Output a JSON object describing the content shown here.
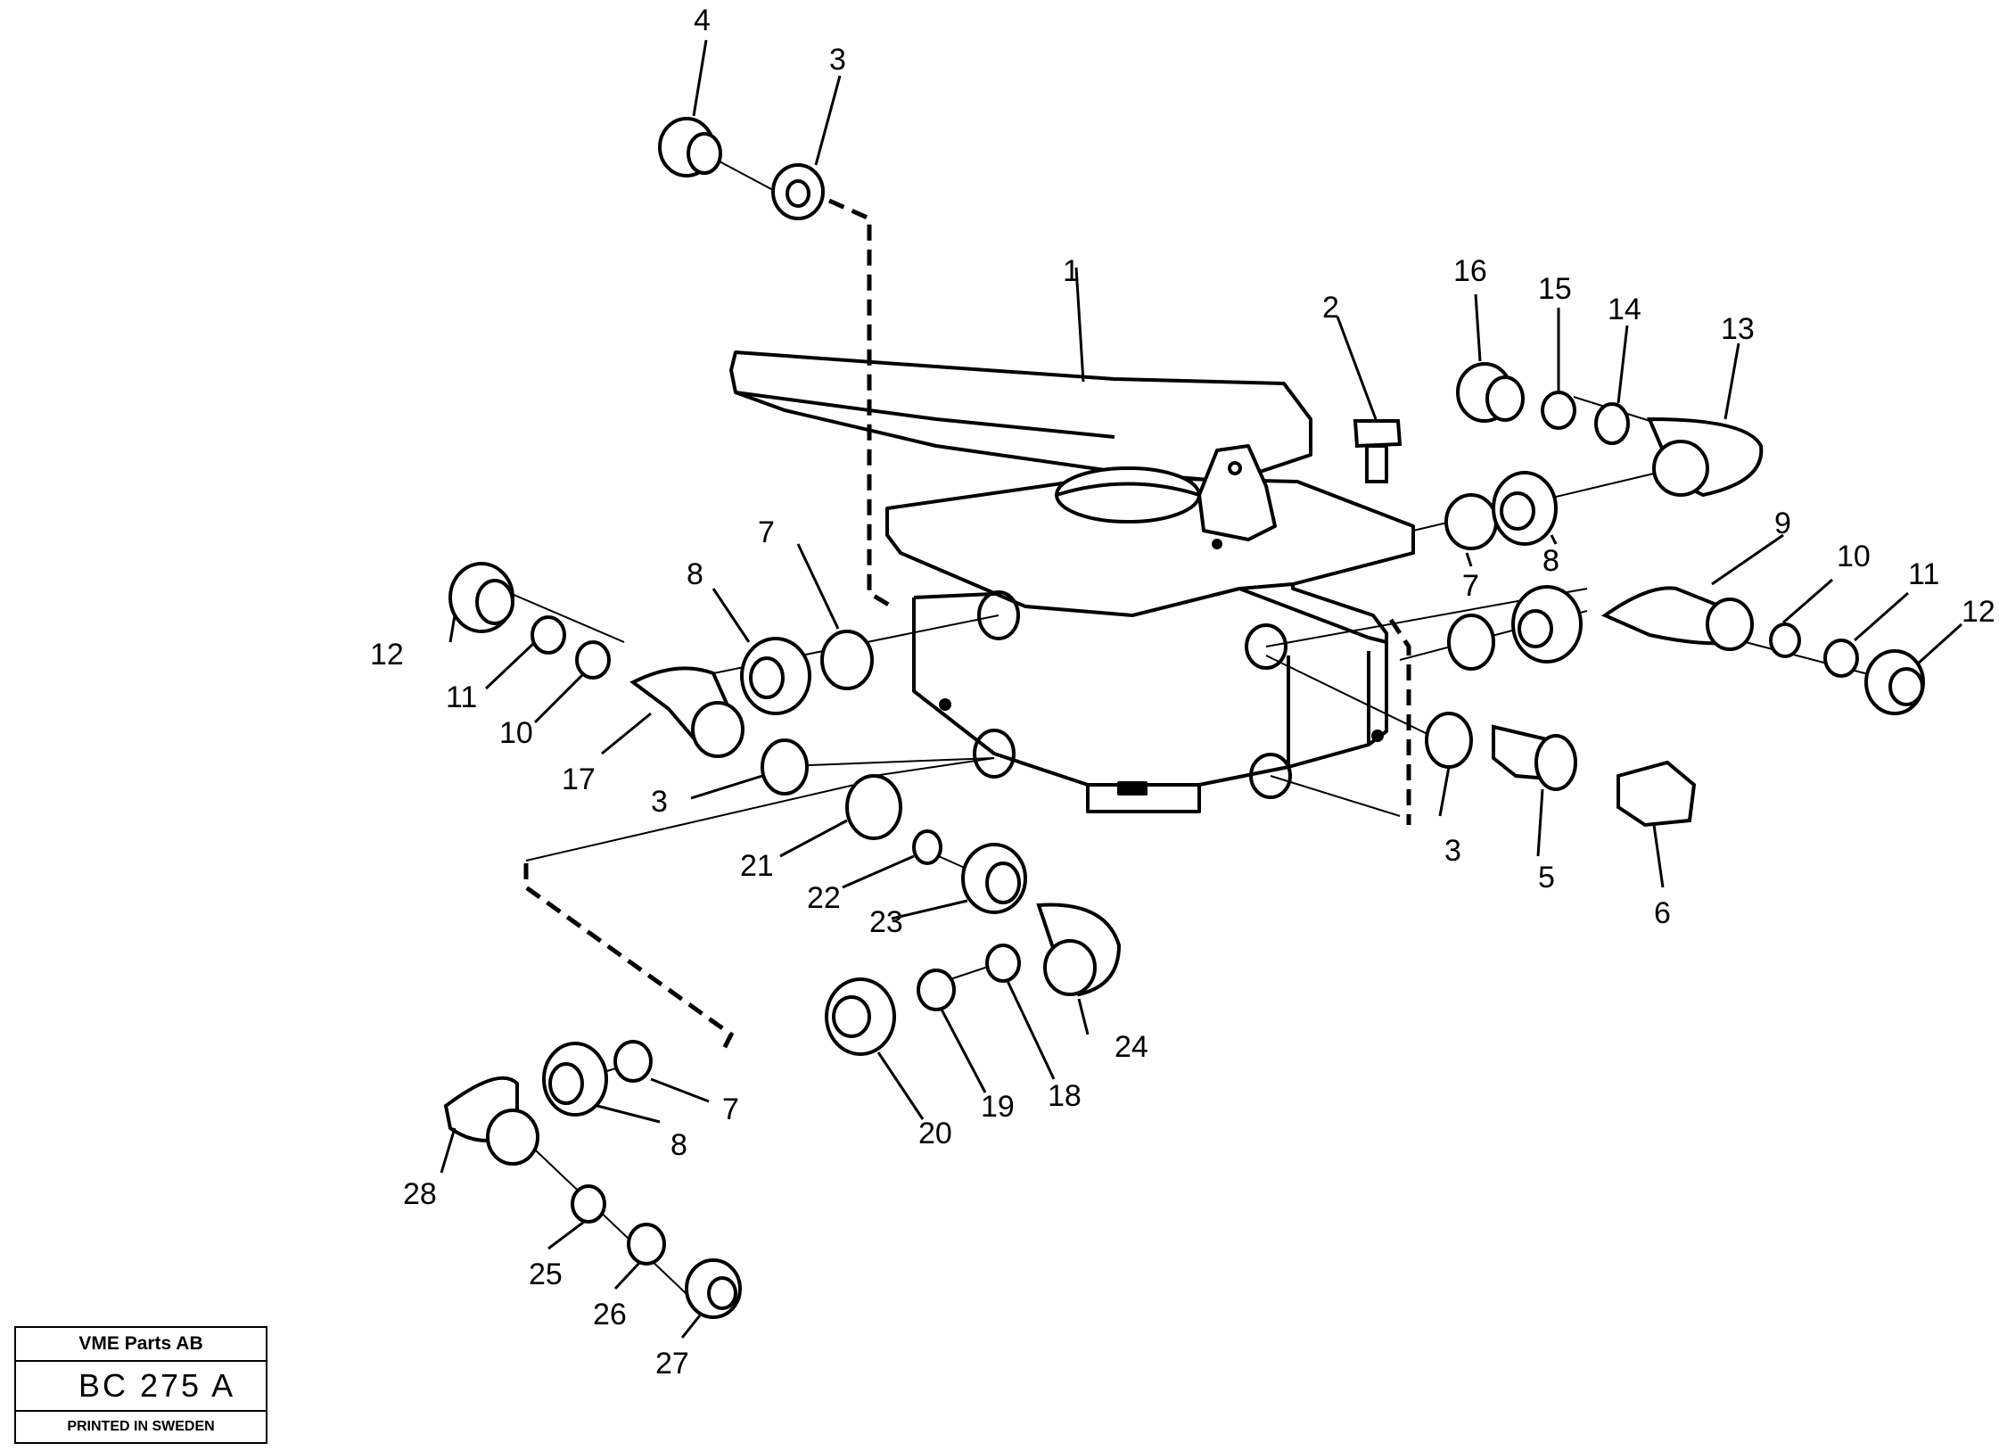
{
  "title_block": {
    "company": "VME Parts AB",
    "code": "BC 275 A",
    "printed": "PRINTED IN SWEDEN"
  },
  "callouts": [
    "4",
    "3",
    "1",
    "2",
    "16",
    "15",
    "14",
    "13",
    "7",
    "8",
    "12",
    "11",
    "10",
    "17",
    "3",
    "8",
    "7",
    "9",
    "10",
    "11",
    "12",
    "7",
    "8",
    "3",
    "5",
    "6",
    "21",
    "22",
    "23",
    "24",
    "20",
    "19",
    "18",
    "7",
    "8",
    "28",
    "25",
    "26",
    "27"
  ]
}
